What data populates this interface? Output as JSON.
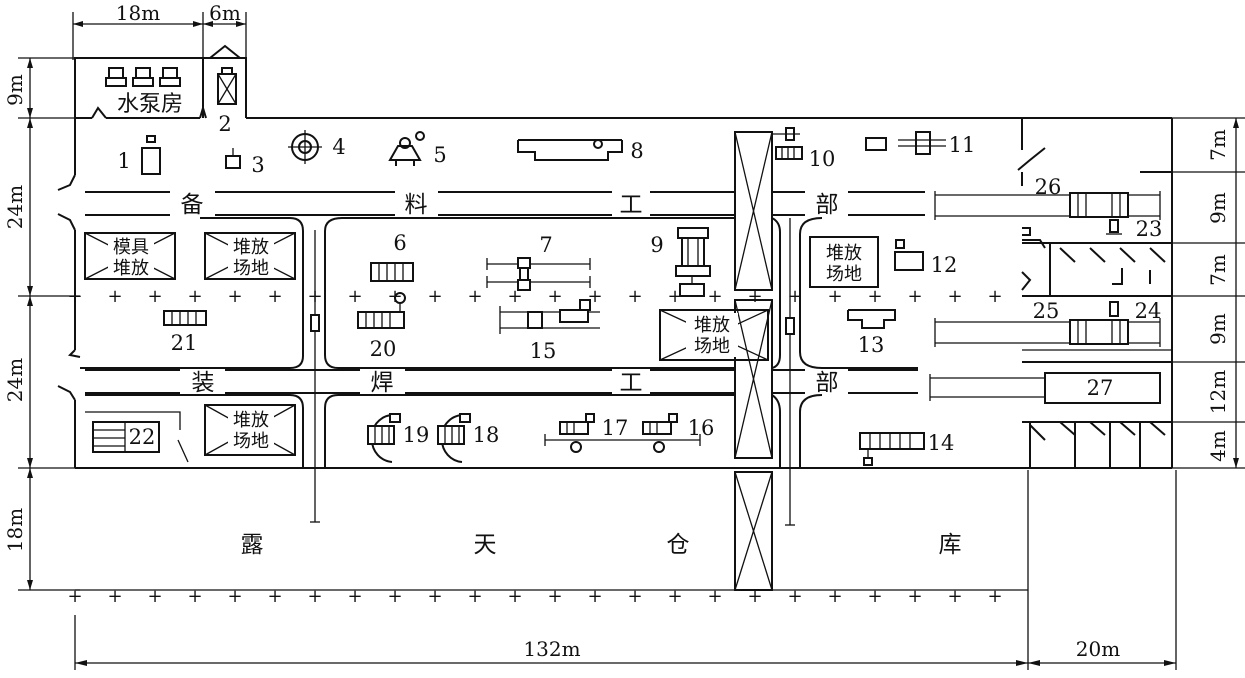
{
  "dimensions": {
    "top_18m": "18m",
    "top_6m": "6m",
    "left_9m": "9m",
    "left_24m_a": "24m",
    "left_24m_b": "24m",
    "left_18m": "18m",
    "bottom_132m": "132m",
    "bottom_20m": "20m",
    "right_7m_a": "7m",
    "right_9m_a": "9m",
    "right_7m_b": "7m",
    "right_9m_b": "9m",
    "right_12m": "12m",
    "right_4m": "4m"
  },
  "labels": {
    "pump_house": "水泵房",
    "prep_1": "备",
    "prep_2": "料",
    "prep_3": "工",
    "prep_4": "部",
    "asm_1": "装",
    "asm_2": "焊",
    "asm_3": "工",
    "asm_4": "部",
    "yard_1": "露",
    "yard_2": "天",
    "yard_3": "仓",
    "yard_4": "库",
    "mold_storage_l1": "模具",
    "mold_storage_l2": "堆放",
    "stack_area_l1": "堆放",
    "stack_area_l2": "场地"
  },
  "equipment_numbers": [
    "1",
    "2",
    "3",
    "4",
    "5",
    "6",
    "7",
    "8",
    "9",
    "10",
    "11",
    "12",
    "13",
    "14",
    "15",
    "16",
    "17",
    "18",
    "19",
    "20",
    "21",
    "22",
    "23",
    "24",
    "25",
    "26",
    "27"
  ]
}
